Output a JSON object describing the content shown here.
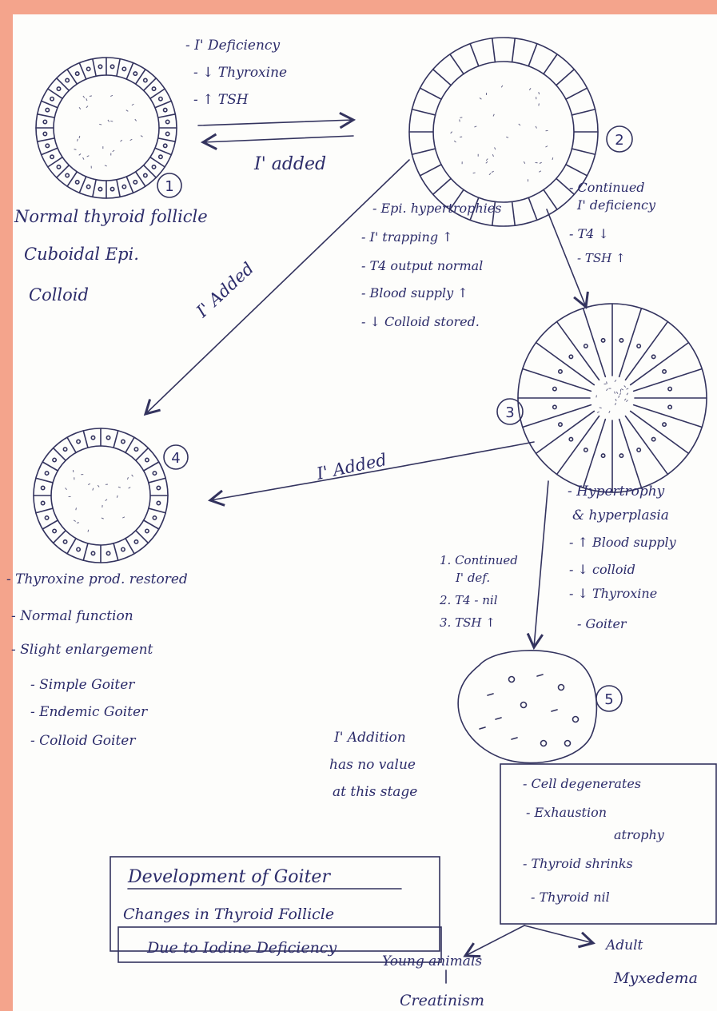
{
  "stage1": {
    "number": "1",
    "caption": [
      "Normal thyroid follicle",
      "Cuboidal Epi.",
      "Colloid"
    ]
  },
  "arrow_1_2": {
    "conditions": [
      "- I' Deficiency",
      "- ↓ Thyroxine",
      "- ↑ TSH"
    ],
    "reverse_label": "I' added"
  },
  "stage2": {
    "number": "2",
    "features": [
      "- Epi. hypertrophies",
      "- I' trapping ↑",
      "- T4 output normal",
      "- Blood supply ↑",
      "- ↓ Colloid stored."
    ]
  },
  "arrow_2_3": {
    "conditions": [
      "- Continued",
      "I' deficiency",
      "- T4 ↓",
      "- TSH ↑"
    ]
  },
  "arrow_2_4": {
    "label": "I' Added"
  },
  "stage3": {
    "number": "3",
    "features": [
      "- Hypertrophy",
      "& hyperplasia",
      "- ↑ Blood supply",
      "- ↓ colloid",
      "- ↓ Thyroxine",
      "- Goiter"
    ]
  },
  "arrow_3_4": {
    "label": "I' Added"
  },
  "stage4": {
    "number": "4",
    "features": [
      "- Thyroxine prod. restored",
      "- Normal function",
      "- Slight enlargement",
      "- Simple Goiter",
      "- Endemic Goiter",
      "- Colloid Goiter"
    ]
  },
  "arrow_3_5": {
    "conditions": [
      "1. Continued",
      "I' def.",
      "2. T4 - nil",
      "3. TSH ↑"
    ]
  },
  "stage5": {
    "number": "5",
    "iodine_note": [
      "I' Addition",
      "has no value",
      "at this stage"
    ],
    "features": [
      "- Cell degenerates",
      "- Exhaustion",
      "atrophy",
      "- Thyroid shrinks",
      "- Thyroid nil"
    ]
  },
  "title_box": {
    "line1": "Development of Goiter",
    "line2": "Changes in Thyroid Follicle",
    "line3": "Due to Iodine Deficiency"
  },
  "outcomes": {
    "young": "Young animals",
    "young_result": "Creatinism",
    "adult": "Adult",
    "adult_result": "Myxedema"
  }
}
